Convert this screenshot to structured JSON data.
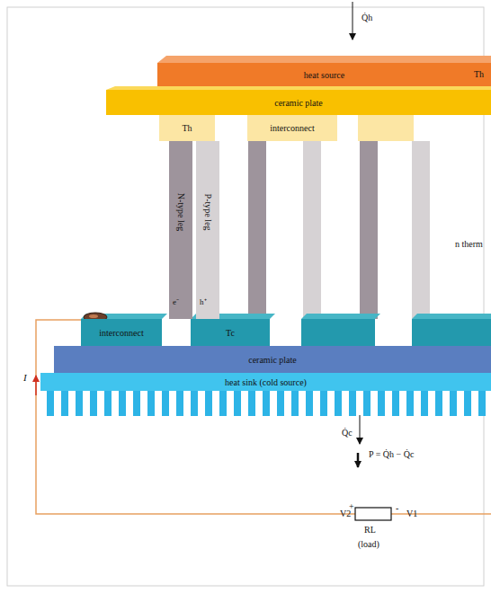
{
  "diagram": {
    "nodes": [
      {
        "text": [
          "heat source",
          "Th"
        ]
      },
      {
        "text": [
          "ceramic plate"
        ]
      },
      {
        "text": [
          "Th"
        ]
      },
      {
        "text": [
          "interconnect"
        ]
      },
      {
        "text": [
          "N-type leg"
        ]
      },
      {
        "text": [
          "P-type leg"
        ]
      },
      {
        "text": [
          "interconnect"
        ]
      },
      {
        "text": [
          "Tc"
        ]
      },
      {
        "text": [
          "ceramic plate"
        ]
      },
      {
        "text": [
          "heat sink (cold source)"
        ]
      }
    ],
    "labels": [
      "Q̇h",
      "e⁻",
      "h⁺",
      "n therm",
      "Q̇c",
      "P = Q̇h − Q̇c",
      "V2",
      "+",
      "RL",
      "-",
      "V1",
      "(load)",
      "I"
    ]
  }
}
